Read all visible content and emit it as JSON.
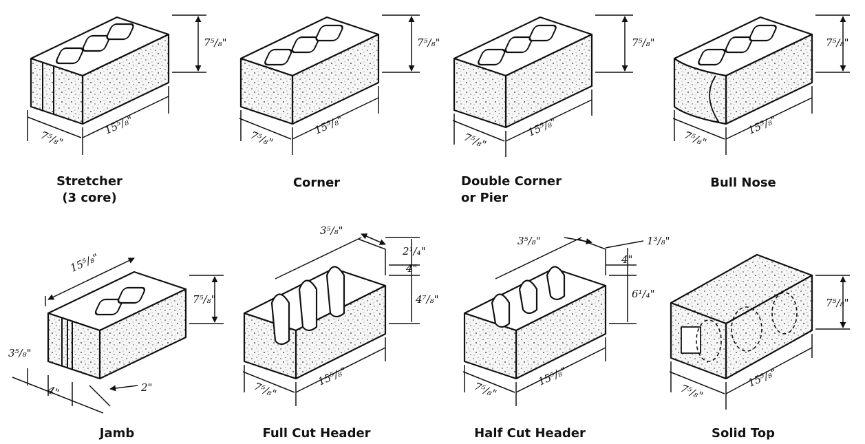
{
  "colors": {
    "ink": "#111111",
    "paper": "#ffffff",
    "block_face": "#f3f3f3"
  },
  "blocks": [
    {
      "id": "stretcher",
      "caption": [
        "Stretcher",
        "(3 core)"
      ],
      "dims": [
        "7⁵/₈\"",
        "7⁵/₈\"",
        "15⁵/₈\""
      ]
    },
    {
      "id": "corner",
      "caption": [
        "Corner"
      ],
      "dims": [
        "7⁵/₈\"",
        "7⁵/₈\"",
        "15⁵/₈\""
      ]
    },
    {
      "id": "double-corner",
      "caption": [
        "Double Corner",
        "or Pier"
      ],
      "dims": [
        "7⁵/₈\"",
        "7⁵/₈\"",
        "15⁵/₈\""
      ]
    },
    {
      "id": "bull-nose",
      "caption": [
        "Bull Nose"
      ],
      "dims": [
        "7⁵/₈\"",
        "7⁵/₈\"",
        "15⁵/₈\""
      ]
    },
    {
      "id": "jamb",
      "caption": [
        "Jamb"
      ],
      "dims": [
        "15⁵/₈\"",
        "7⁵/₈\"",
        "3⁵/₈\"",
        "4\"",
        "2\""
      ]
    },
    {
      "id": "full-cut-header",
      "caption": [
        "Full Cut Header"
      ],
      "dims": [
        "3⁵/₈\"",
        "2¹/₄\"",
        "4\"",
        "4⁷/₈\"",
        "7⁵/₈\"",
        "15⁵/₈\""
      ]
    },
    {
      "id": "half-cut-header",
      "caption": [
        "Half Cut Header"
      ],
      "dims": [
        "3⁵/₈\"",
        "1³/₈\"",
        "4\"",
        "6¹/₄\"",
        "7⁵/₈\"",
        "15⁵/₈\""
      ]
    },
    {
      "id": "solid-top",
      "caption": [
        "Solid Top"
      ],
      "dims": [
        "7⁵/₈\"",
        "7⁵/₈\"",
        "15⁵/₈\""
      ]
    }
  ]
}
